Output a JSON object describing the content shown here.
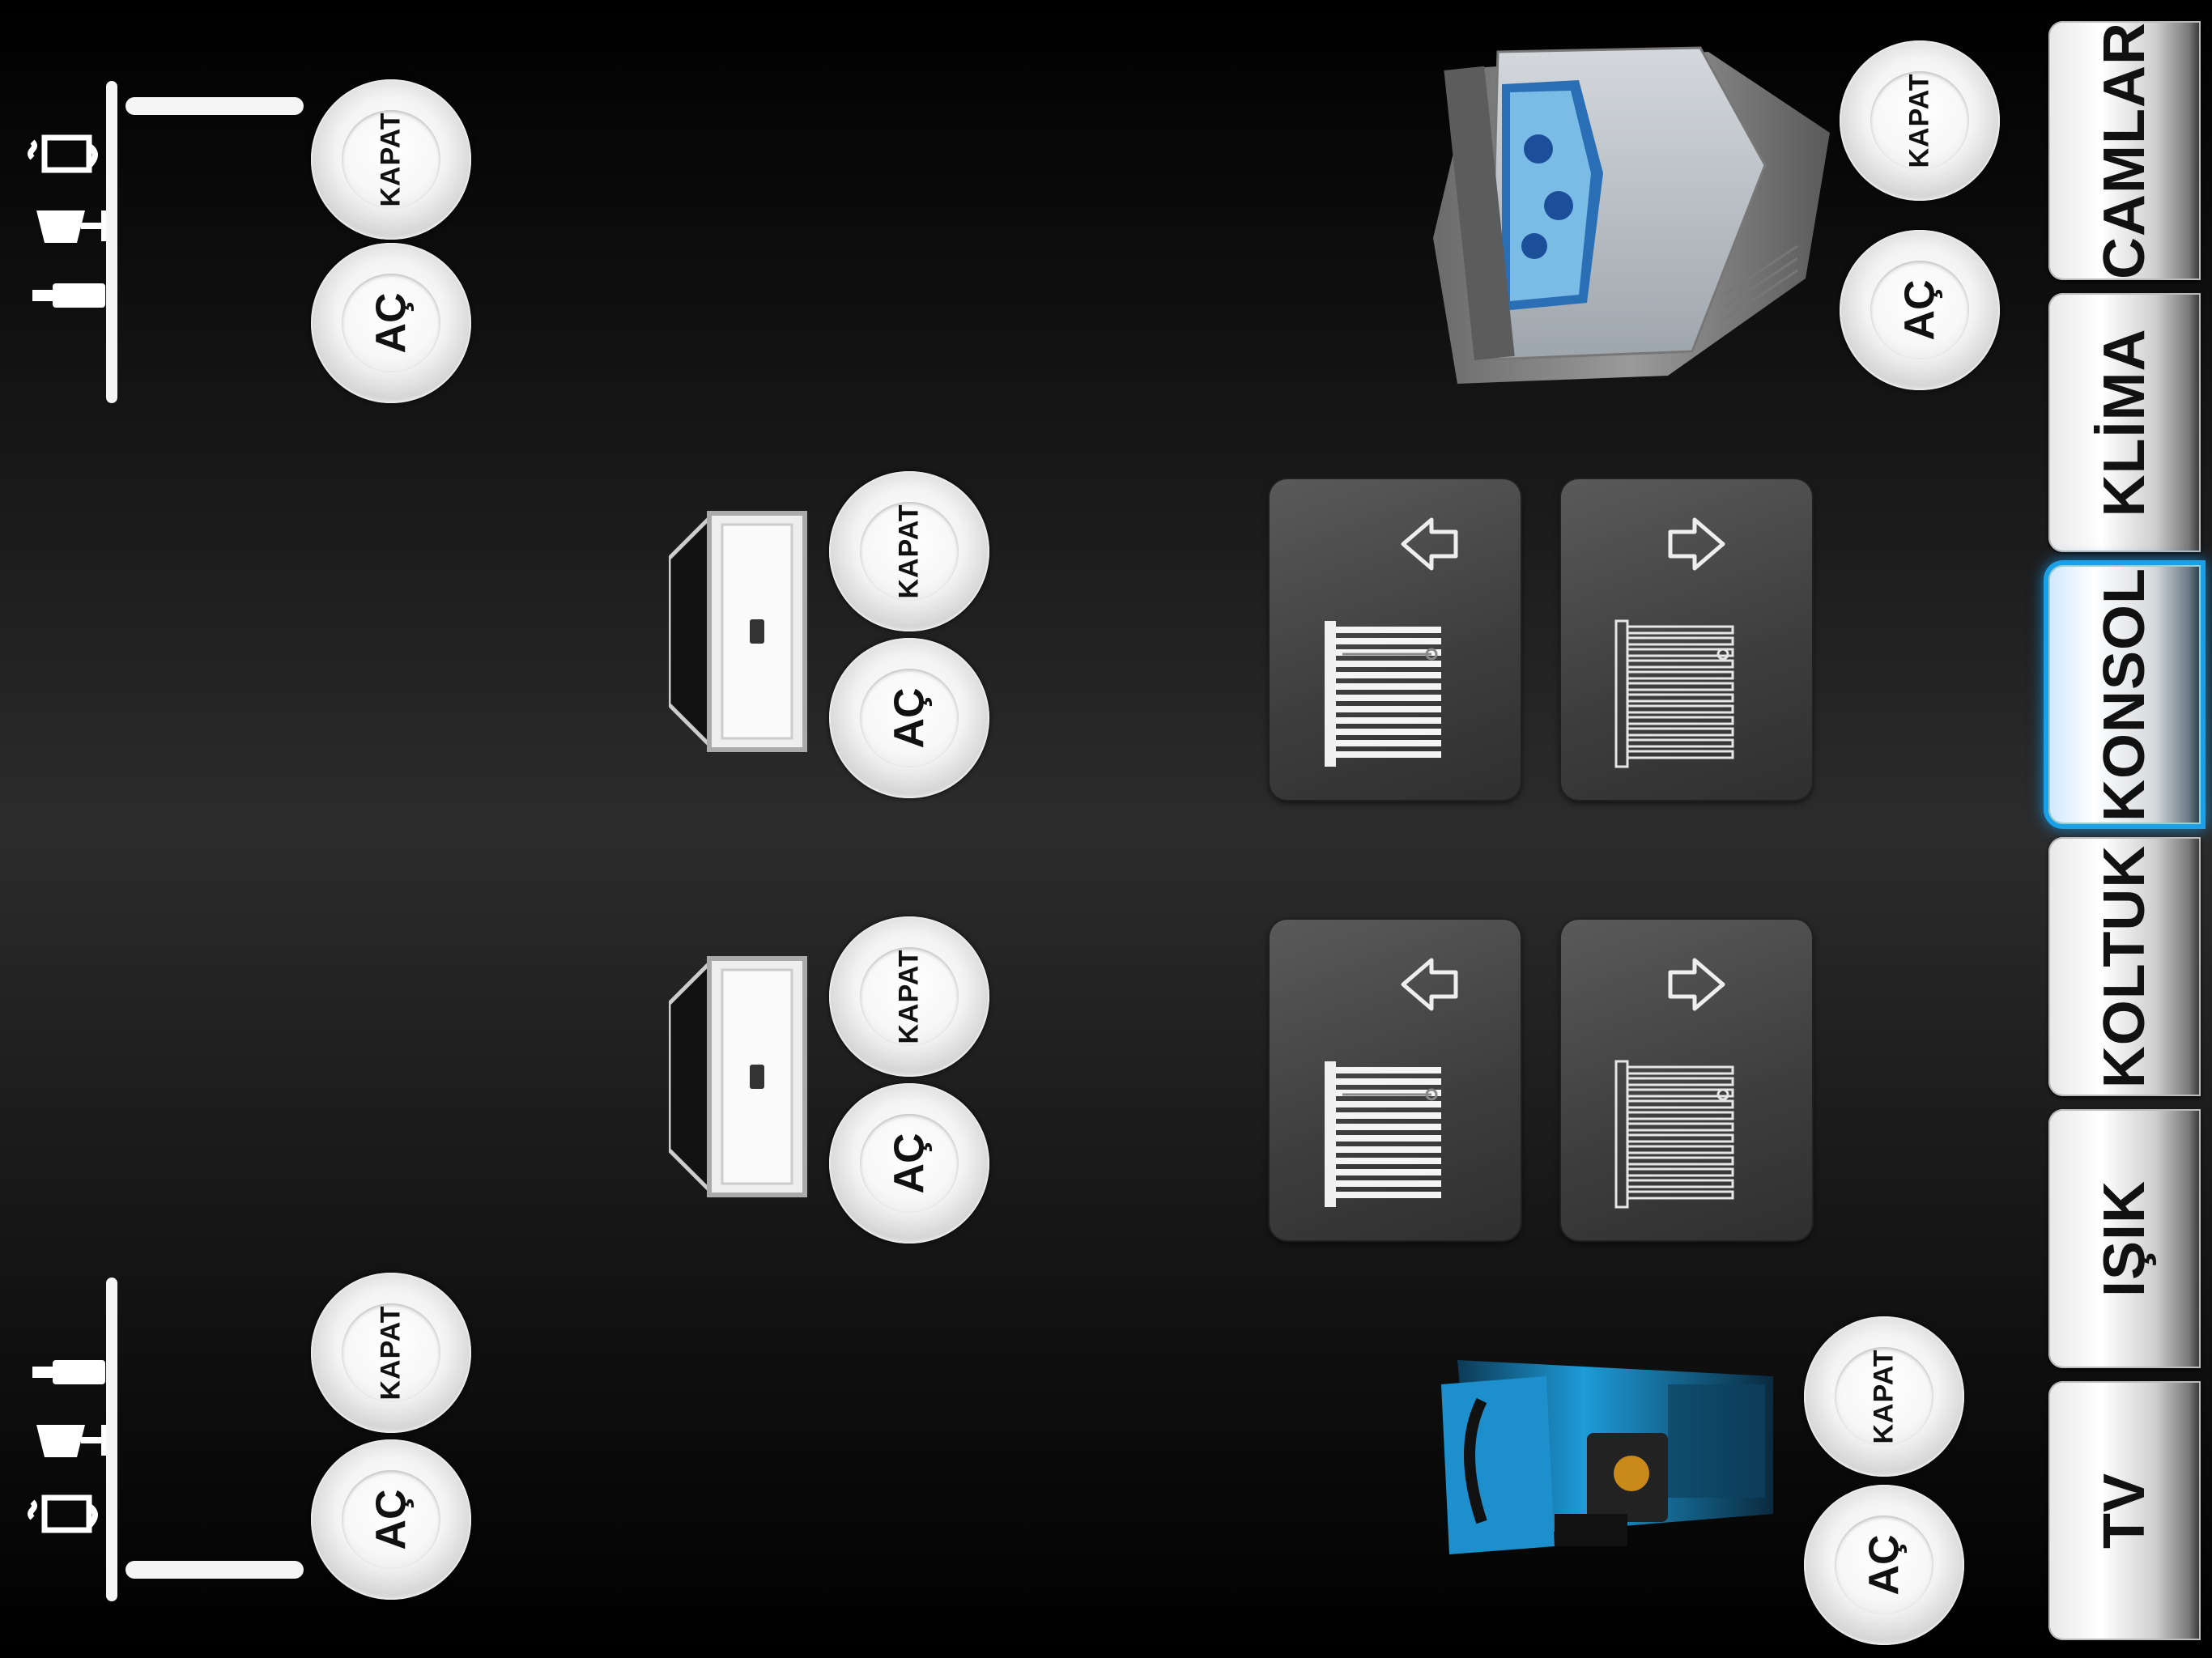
{
  "nav": {
    "tabs": [
      {
        "id": "camlar",
        "label": "CAMLAR",
        "active": false
      },
      {
        "id": "klima",
        "label": "KLİMA",
        "active": false
      },
      {
        "id": "konsol",
        "label": "KONSOL",
        "active": true
      },
      {
        "id": "koltuk",
        "label": "KOLTUK",
        "active": false
      },
      {
        "id": "isik",
        "label": "IŞIK",
        "active": false
      },
      {
        "id": "tv",
        "label": "TV",
        "active": false
      }
    ],
    "active_color": "#1aa0e6"
  },
  "controls": {
    "open_label": "AÇ",
    "close_label": "KAPAT"
  },
  "icons": {
    "shelf": "drinks-shelf-icon",
    "drawer": "drawer-icon",
    "cooler": "cooler-box-image",
    "coffee": "coffee-machine-image",
    "blind": "window-blind-icon",
    "arrow_left": "arrow-left-icon",
    "arrow_right": "arrow-right-icon"
  }
}
